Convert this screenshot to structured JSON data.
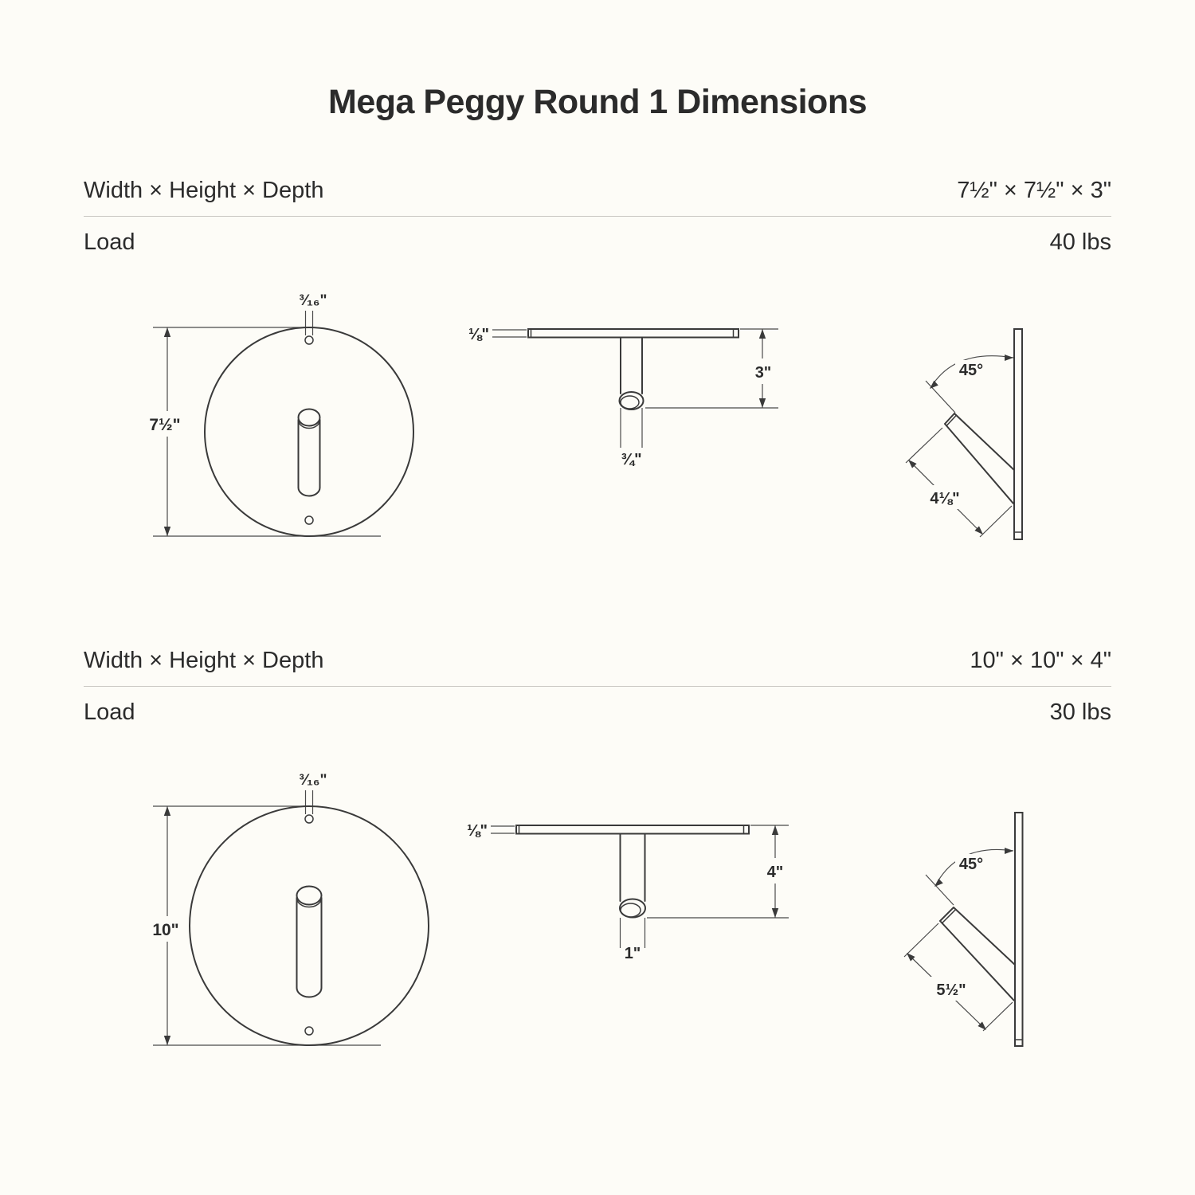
{
  "page": {
    "title": "Mega Peggy Round 1 Dimensions",
    "background_color": "#FDFCF7",
    "text_color": "#2B2B2B",
    "line_color": "#3A3A3A"
  },
  "sections": [
    {
      "specs": {
        "dims_label": "Width × Height × Depth",
        "dims_value": "7½\" × 7½\" × 3\"",
        "load_label": "Load",
        "load_value": "40 lbs"
      },
      "front_view": {
        "hole_diameter": "³⁄₁₆\"",
        "height": "7½\""
      },
      "side_view": {
        "plate_thickness": "⅛\"",
        "peg_projection": "3\"",
        "peg_diameter": "¾\""
      },
      "angle_view": {
        "angle": "45°",
        "peg_length": "4⅛\""
      }
    },
    {
      "specs": {
        "dims_label": "Width × Height × Depth",
        "dims_value": "10\" × 10\" × 4\"",
        "load_label": "Load",
        "load_value": "30 lbs"
      },
      "front_view": {
        "hole_diameter": "³⁄₁₆\"",
        "height": "10\""
      },
      "side_view": {
        "plate_thickness": "⅛\"",
        "peg_projection": "4\"",
        "peg_diameter": "1\""
      },
      "angle_view": {
        "angle": "45°",
        "peg_length": "5½\""
      }
    }
  ]
}
